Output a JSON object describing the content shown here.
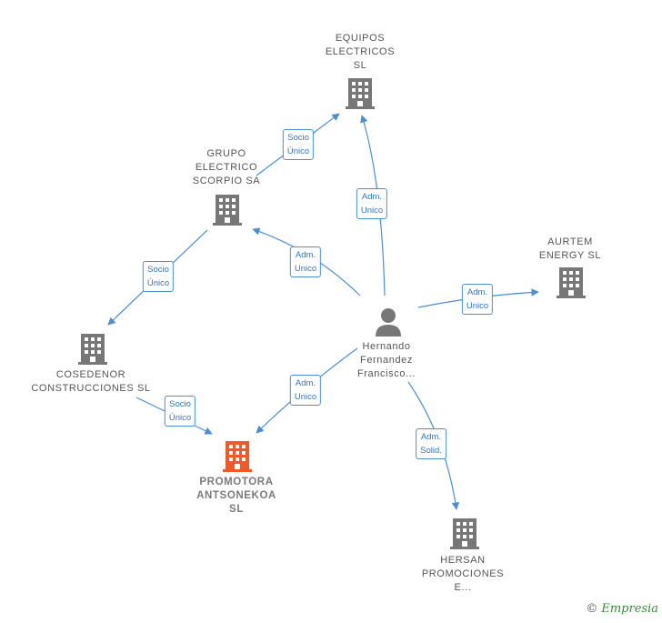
{
  "nodes": {
    "equipos": {
      "lines": [
        "EQUIPOS",
        "ELECTRICOS",
        "SL"
      ]
    },
    "grupo": {
      "lines": [
        "GRUPO",
        "ELECTRICO",
        "SCORPIO SA"
      ]
    },
    "aurtem": {
      "lines": [
        "AURTEM",
        "ENERGY  SL"
      ]
    },
    "cosedenor": {
      "lines": [
        "COSEDENOR",
        "CONSTRUCCIONES SL"
      ]
    },
    "promotora": {
      "lines": [
        "PROMOTORA",
        "ANTSONEKOA",
        "SL"
      ]
    },
    "hersan": {
      "lines": [
        "HERSAN",
        "PROMOCIONES",
        "E..."
      ]
    },
    "person": {
      "lines": [
        "Hernando",
        "Fernandez",
        "Francisco..."
      ]
    }
  },
  "edges": {
    "grupo_equipos": [
      "Socio",
      "Único"
    ],
    "person_equipos": [
      "Adm.",
      "Unico"
    ],
    "person_grupo": [
      "Adm.",
      "Unico"
    ],
    "person_aurtem": [
      "Adm.",
      "Unico"
    ],
    "grupo_cosedenor": [
      "Socio",
      "Único"
    ],
    "cosedenor_promotora": [
      "Socio",
      "Único"
    ],
    "person_promotora": [
      "Adm.",
      "Unico"
    ],
    "person_hersan": [
      "Adm.",
      "Solid."
    ]
  },
  "colors": {
    "edge": "#4a8fd6",
    "company": "#777777",
    "focus_company": "#f05a28",
    "person": "#777777"
  },
  "footer": {
    "symbol": "©",
    "brand": "Empresia"
  }
}
